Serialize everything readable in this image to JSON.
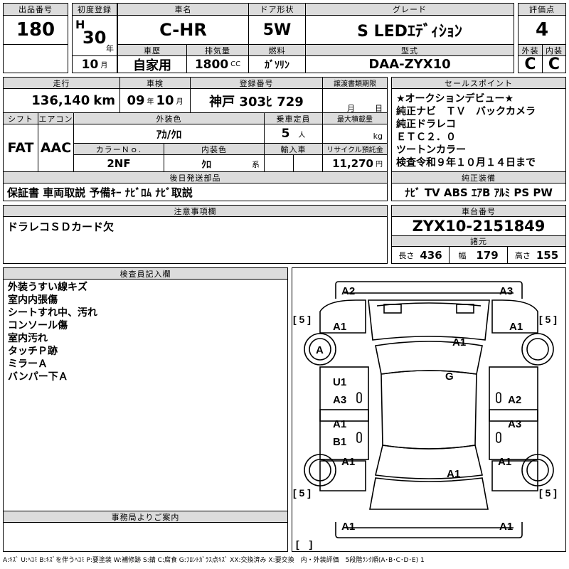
{
  "header": {
    "lot_label": "出品番号",
    "lot": "180",
    "reg_label": "初度登録",
    "era": "H",
    "reg_year": "30",
    "reg_year_unit": "年",
    "reg_month": "10",
    "reg_month_unit": "月",
    "car_name_label": "車名",
    "car_name": "C-HR",
    "door_label": "ドア形状",
    "door": "5W",
    "grade_label": "グレード",
    "grade": "S LEDｴﾃﾞｨｼｮﾝ",
    "score_label": "評価点",
    "score": "4",
    "history_label": "車歴",
    "history": "自家用",
    "displacement_label": "排気量",
    "displacement": "1800",
    "displacement_unit": "CC",
    "fuel_label": "燃料",
    "fuel": "ｶﾞｿﾘﾝ",
    "model_label": "型式",
    "model": "DAA-ZYX10",
    "ext_label": "外装",
    "ext": "C",
    "int_label": "内装",
    "int": "C"
  },
  "row2": {
    "mileage_label": "走行",
    "mileage": "136,140",
    "mileage_unit": "km",
    "inspection_label": "車検",
    "insp_year": "09",
    "insp_year_unit": "年",
    "insp_month": "10",
    "insp_month_unit": "月",
    "plate_label": "登録番号",
    "plate": "神戸 303ﾋ 729",
    "transfer_label": "譲渡書類期限",
    "transfer_month_unit": "月",
    "transfer_day_unit": "日",
    "shift_label": "シフト",
    "shift": "FAT",
    "ac_label": "エアコン",
    "ac": "AAC",
    "ext_color_label": "外装色",
    "ext_color": "ｱｶ/ｸﾛ",
    "capacity_label": "乗車定員",
    "capacity": "5",
    "capacity_unit": "人",
    "load_label": "最大積載量",
    "load_unit": "kg",
    "color_no_label": "カラーＮｏ.",
    "color_no": "2NF",
    "int_color_label": "内装色",
    "int_color": "ｸﾛ",
    "int_color_unit": "系",
    "import_label": "輸入車",
    "recycle_label": "リサイクル預託金",
    "recycle": "11,270",
    "recycle_unit": "円"
  },
  "sales": {
    "label": "セールスポイント",
    "lines": [
      "★オークションデビュー★",
      "純正ナビ　ＴＶ　バックカメラ",
      "純正ドラレコ",
      "ＥＴＣ２．０",
      "ツートンカラー",
      "検査令和９年１０月１４日まで"
    ]
  },
  "later": {
    "label": "後日発送部品",
    "value": "保証書 車両取説 予備ｷｰ ﾅﾋﾞﾛﾑ ﾅﾋﾞ取説"
  },
  "equipment": {
    "label": "純正装備",
    "value": "ﾅﾋﾞ TV ABS ｴｱB ｱﾙﾐ PS PW"
  },
  "notes": {
    "label": "注意事項欄",
    "value": "ドラレコＳＤカード欠"
  },
  "chassis": {
    "label": "車台番号",
    "value": "ZYX10-2151849"
  },
  "specs": {
    "label": "諸元",
    "len_label": "長さ",
    "len": "436",
    "wid_label": "幅",
    "wid": "179",
    "hei_label": "高さ",
    "hei": "155"
  },
  "inspector": {
    "label": "検査員記入欄",
    "lines": [
      "外装うすい線キズ",
      "室内内張傷",
      "シートすれ中、汚れ",
      "コンソール傷",
      "室内汚れ",
      "タッチＰ跡",
      "ミラーＡ",
      "バンパー下Ａ"
    ]
  },
  "office": {
    "label": "事務局よりご案内"
  },
  "legend": "A:ｷｽﾞ U:ﾍｺﾐ B:ｷｽﾞを伴うﾍｺﾐ P:要塗装 W:補修跡 S:錆 C:腐食 G:ﾌﾛﾝﾄｶﾞﾗｽ点ｷｽﾞ XX:交換済み X:要交換　内・外装評価　5段階ﾗﾝｸ順(A･B･C･D･E) 1",
  "diagram": {
    "marks": {
      "front_bumper_l": "A2",
      "front_bumper_r": "A3",
      "fender_fl": "A1",
      "hood": "A1",
      "fender_fr": "A1",
      "wheel_fl": "A",
      "windshield": "G",
      "door_fl": "U1",
      "door_fl2": "A3",
      "door_fr": "A2",
      "door_rl": "A1",
      "door_rl2": "B1",
      "door_rr": "A3",
      "quarter_rl": "A1",
      "quarter_rr": "A1",
      "trunk": "A1",
      "rear_bumper_l": "A1",
      "rear_bumper_r": "A1"
    },
    "tire_left_front": "[ 5 ]",
    "tire_right_front": "[ 5 ]",
    "tire_left_rear": "[ 5 ]",
    "tire_right_rear": "[ 5 ]",
    "spare": "[　]"
  }
}
